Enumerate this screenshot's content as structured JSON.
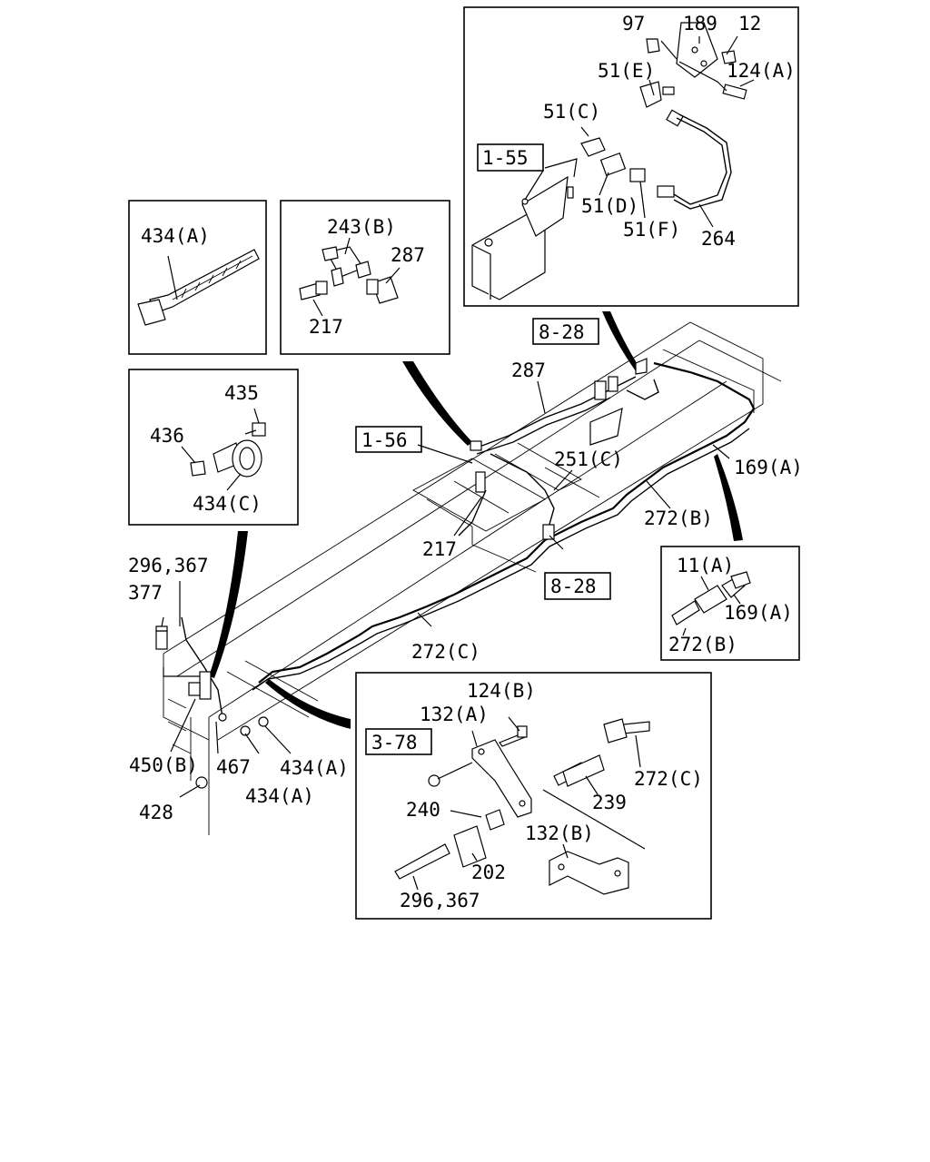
{
  "labels": {
    "l97": "97",
    "l189": "189",
    "l12": "12",
    "l51e": "51(E)",
    "l124a": "124(A)",
    "l51c": "51(C)",
    "l155": "1-55",
    "l51d": "51(D)",
    "l51f": "51(F)",
    "l264": "264",
    "l434a_inset": "434(A)",
    "l243b": "243(B)",
    "l287_inset": "287",
    "l217_inset": "217",
    "l828_top": "8-28",
    "l287_main": "287",
    "l435": "435",
    "l436": "436",
    "l434c": "434(C)",
    "l156": "1-56",
    "l251c": "251(C)",
    "l169a_main": "169(A)",
    "l272b_main": "272(B)",
    "l217_main": "217",
    "l828_mid": "8-28",
    "l296_367_main": "296,367",
    "l377": "377",
    "l11a": "11(A)",
    "l169a_inset": "169(A)",
    "l272b_inset": "272(B)",
    "l272c_main": "272(C)",
    "l124b": "124(B)",
    "l132a": "132(A)",
    "l378": "3-78",
    "l450b": "450(B)",
    "l467": "467",
    "l434a_1": "434(A)",
    "l434a_2": "434(A)",
    "l428": "428",
    "l272c_inset": "272(C)",
    "l239": "239",
    "l240": "240",
    "l132b": "132(B)",
    "l202": "202",
    "l296_367_inset": "296,367"
  }
}
